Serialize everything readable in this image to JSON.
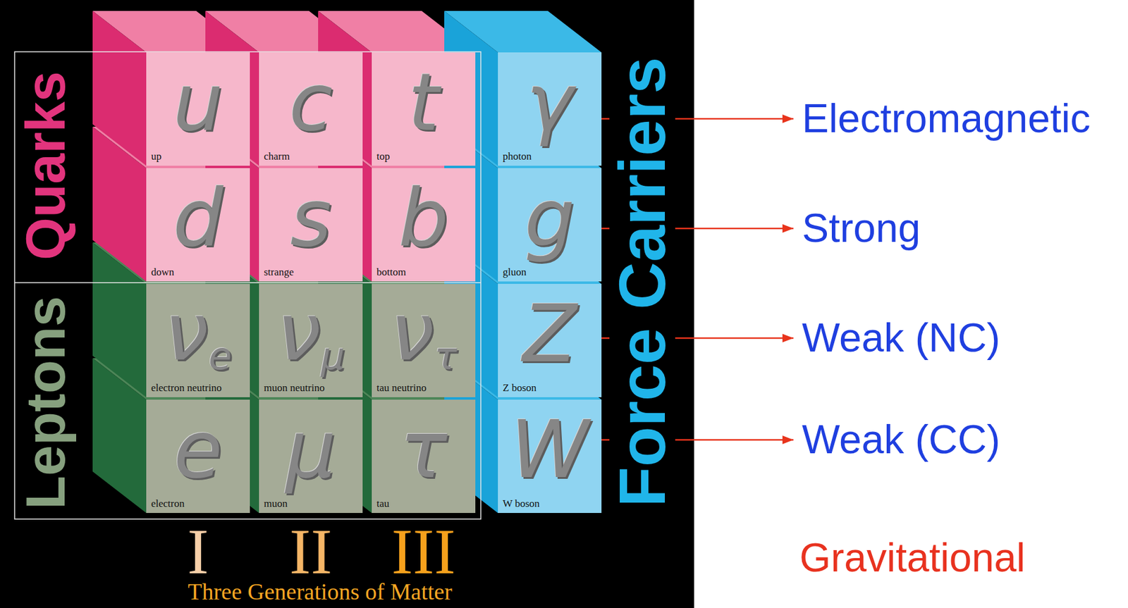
{
  "diagram": {
    "nodes": [
      {
        "text": [
          "u",
          "up"
        ]
      },
      {
        "text": [
          "c",
          "charm"
        ]
      },
      {
        "text": [
          "t",
          "top"
        ]
      },
      {
        "text": [
          "γ",
          "photon"
        ]
      },
      {
        "text": [
          "d",
          "down"
        ]
      },
      {
        "text": [
          "s",
          "strange"
        ]
      },
      {
        "text": [
          "b",
          "bottom"
        ]
      },
      {
        "text": [
          "g",
          "gluon"
        ]
      },
      {
        "text": [
          "νe",
          "electron neutrino"
        ]
      },
      {
        "text": [
          "νμ",
          "muon neutrino"
        ]
      },
      {
        "text": [
          "ντ",
          "tau neutrino"
        ]
      },
      {
        "text": [
          "Z",
          "Z boson"
        ]
      },
      {
        "text": [
          "e",
          "electron"
        ]
      },
      {
        "text": [
          "μ",
          "muon"
        ]
      },
      {
        "text": [
          "τ",
          "tau"
        ]
      },
      {
        "text": [
          "W",
          "W boson"
        ]
      },
      {
        "text": [
          "Electromagnetic"
        ]
      },
      {
        "text": [
          "Strong"
        ]
      },
      {
        "text": [
          "Weak (NC)"
        ]
      },
      {
        "text": [
          "Weak (CC)"
        ]
      }
    ],
    "edges": [
      {
        "from": 3,
        "to": 16,
        "arrow": "to"
      },
      {
        "from": 7,
        "to": 17,
        "arrow": "to"
      },
      {
        "from": 11,
        "to": 18,
        "arrow": "to"
      },
      {
        "from": 15,
        "to": 19,
        "arrow": "to"
      }
    ],
    "labels": [
      "Quarks",
      "Leptons",
      "Force Carriers",
      "I",
      "II",
      "III",
      "Three Generations of Matter",
      "Gravitational"
    ]
  }
}
